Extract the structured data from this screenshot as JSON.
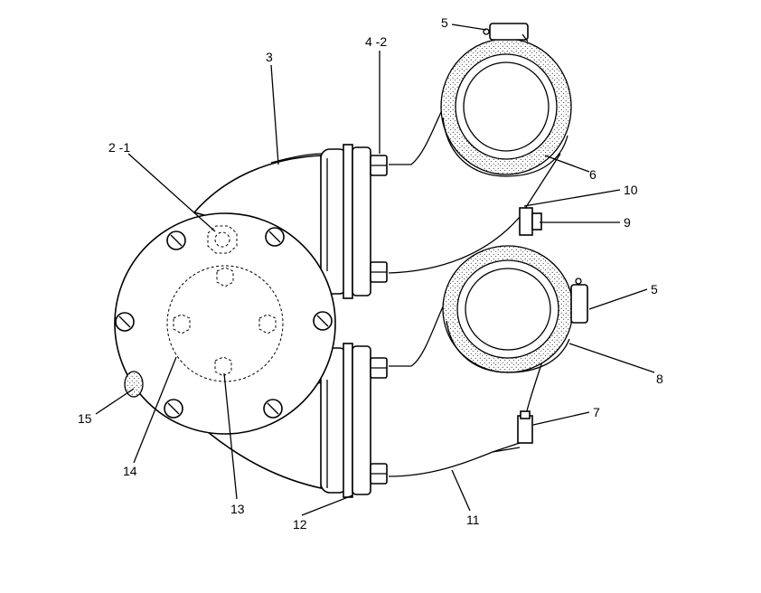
{
  "callouts": [
    {
      "id": "c5a",
      "text": "5"
    },
    {
      "id": "c42",
      "text": "4 -2"
    },
    {
      "id": "c3",
      "text": "3"
    },
    {
      "id": "c21",
      "text": "2 -1"
    },
    {
      "id": "c6",
      "text": "6"
    },
    {
      "id": "c10",
      "text": "10"
    },
    {
      "id": "c9",
      "text": "9"
    },
    {
      "id": "c5b",
      "text": "5"
    },
    {
      "id": "c8",
      "text": "8"
    },
    {
      "id": "c7",
      "text": "7"
    },
    {
      "id": "c15",
      "text": "15"
    },
    {
      "id": "c14",
      "text": "14"
    },
    {
      "id": "c13",
      "text": "13"
    },
    {
      "id": "c12",
      "text": "12"
    },
    {
      "id": "c11",
      "text": "11"
    }
  ]
}
